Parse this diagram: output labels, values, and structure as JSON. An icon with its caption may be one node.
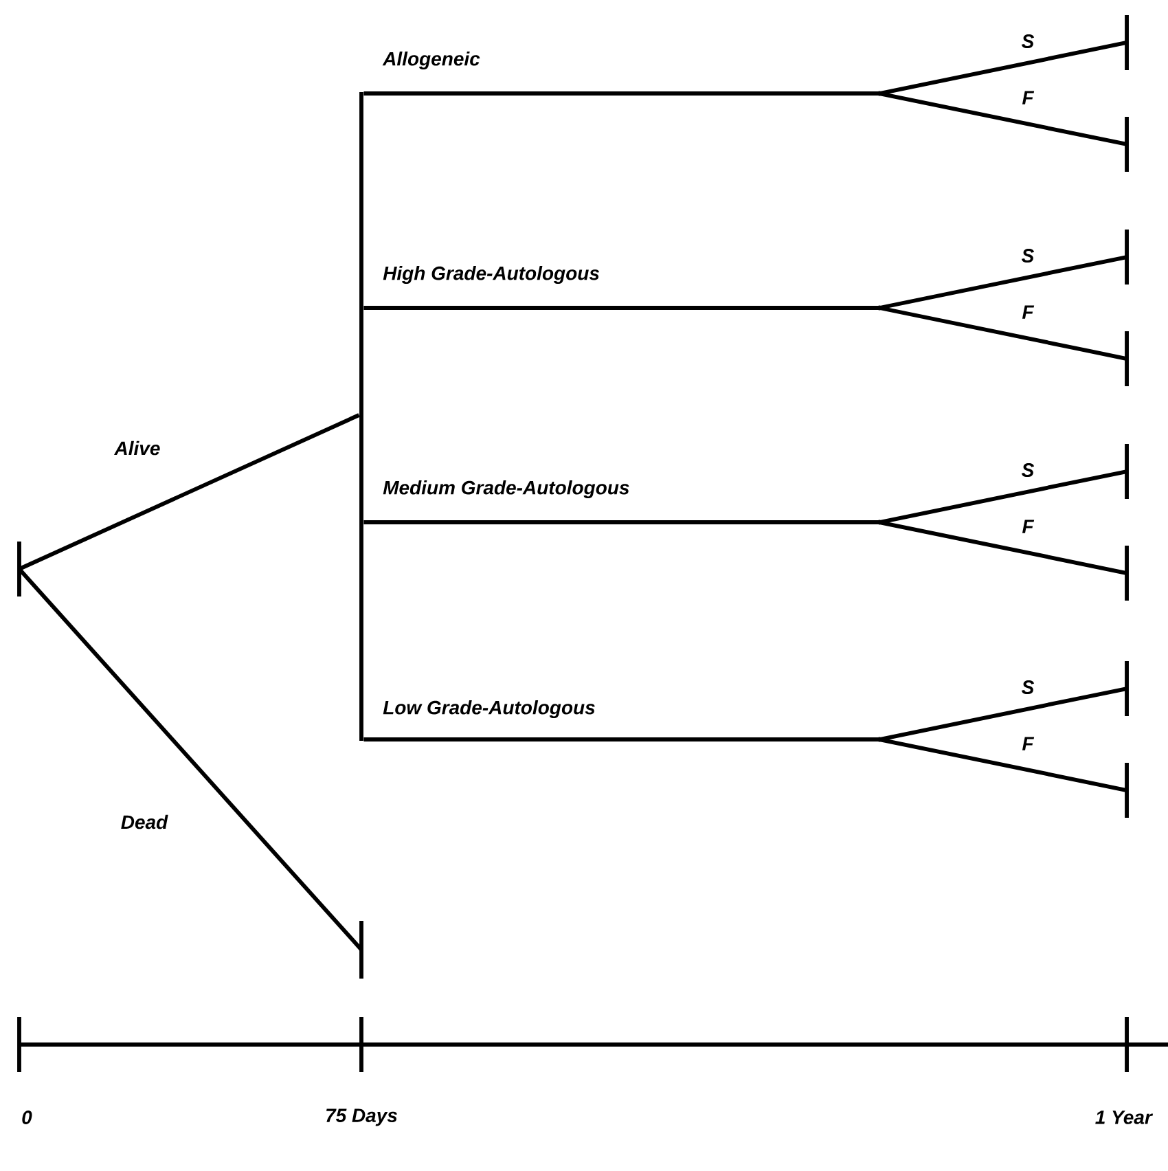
{
  "diagram": {
    "nodes": [
      {
        "text": [],
        "shape": "bar"
      },
      {
        "text": [],
        "shape": "bar"
      },
      {
        "text": [],
        "shape": "bar"
      },
      {
        "text": [],
        "shape": "point"
      },
      {
        "text": [],
        "shape": "point"
      },
      {
        "text": [],
        "shape": "point"
      },
      {
        "text": [],
        "shape": "point"
      },
      {
        "text": [],
        "shape": "bar"
      },
      {
        "text": [],
        "shape": "bar"
      },
      {
        "text": [],
        "shape": "bar"
      },
      {
        "text": [],
        "shape": "bar"
      },
      {
        "text": [],
        "shape": "bar"
      },
      {
        "text": [],
        "shape": "bar"
      },
      {
        "text": [],
        "shape": "bar"
      },
      {
        "text": [],
        "shape": "bar"
      }
    ],
    "edges": [
      {
        "from": 0,
        "to": 1,
        "arrow": "none",
        "label": "Alive"
      },
      {
        "from": 0,
        "to": 2,
        "arrow": "none",
        "label": "Dead"
      },
      {
        "from": 1,
        "to": 3,
        "arrow": "none",
        "label": "Allogeneic"
      },
      {
        "from": 1,
        "to": 4,
        "arrow": "none",
        "label": "High Grade-Autologous"
      },
      {
        "from": 1,
        "to": 5,
        "arrow": "none",
        "label": "Medium Grade-Autologous"
      },
      {
        "from": 1,
        "to": 6,
        "arrow": "none",
        "label": "Low Grade-Autologous"
      },
      {
        "from": 3,
        "to": 7,
        "arrow": "none",
        "label": "S"
      },
      {
        "from": 3,
        "to": 8,
        "arrow": "none",
        "label": "F"
      },
      {
        "from": 4,
        "to": 9,
        "arrow": "none",
        "label": "S"
      },
      {
        "from": 4,
        "to": 10,
        "arrow": "none",
        "label": "F"
      },
      {
        "from": 5,
        "to": 11,
        "arrow": "none",
        "label": "S"
      },
      {
        "from": 5,
        "to": 12,
        "arrow": "none",
        "label": "F"
      },
      {
        "from": 6,
        "to": 13,
        "arrow": "none",
        "label": "S"
      },
      {
        "from": 6,
        "to": 14,
        "arrow": "none",
        "label": "F"
      }
    ],
    "labels": [
      "0",
      "75 Days",
      "1 Year"
    ]
  }
}
